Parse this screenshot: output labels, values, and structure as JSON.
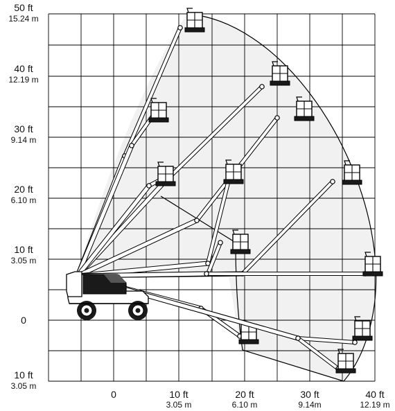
{
  "y_axis": [
    {
      "ft": "50 ft",
      "m": "15.24 m"
    },
    {
      "ft": "40 ft",
      "m": "12.19 m"
    },
    {
      "ft": "30 ft",
      "m": "9.14 m"
    },
    {
      "ft": "20 ft",
      "m": "6.10 m"
    },
    {
      "ft": "10 ft",
      "m": "3.05 m"
    },
    {
      "ft": "0",
      "m": ""
    },
    {
      "ft": "10 ft",
      "m": "3.05 m"
    }
  ],
  "x_axis": [
    {
      "ft": "0",
      "m": ""
    },
    {
      "ft": "10 ft",
      "m": "3.05 m"
    },
    {
      "ft": "20 ft",
      "m": "6.10 m"
    },
    {
      "ft": "30 ft",
      "m": "9.14m"
    },
    {
      "ft": "40 ft",
      "m": "12.19 m"
    }
  ],
  "colors": {
    "grid": "#000000",
    "envelope_fill": "#f1f1f1",
    "boom": "#ffffff",
    "line": "#000000"
  },
  "icons": [
    "boom-lift-machine-icon",
    "work-platform-icon"
  ]
}
